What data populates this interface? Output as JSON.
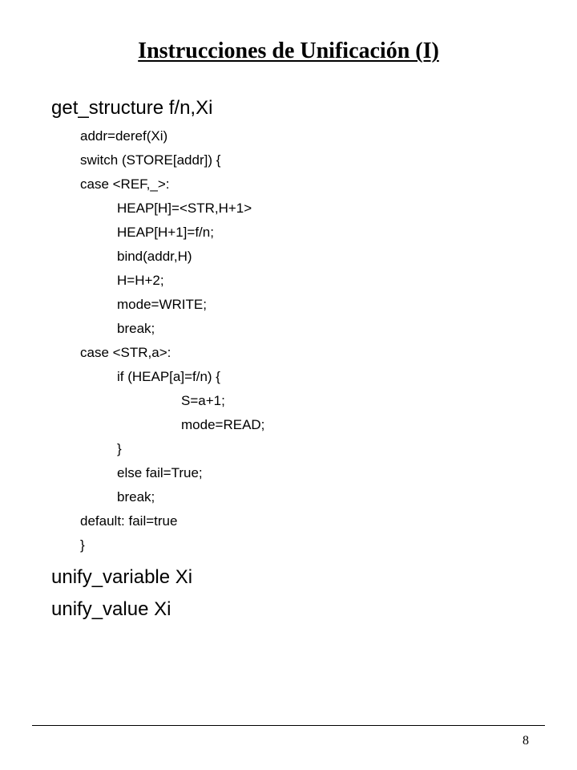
{
  "slide": {
    "title": "Instrucciones de Unificación (I)",
    "page_number": "8"
  },
  "code_lines": [
    "get_structure f/n,Xi",
    "addr=deref(Xi)",
    "switch (STORE[addr]) {",
    "case <REF,_>:",
    "HEAP[H]=<STR,H+1>",
    "HEAP[H+1]=f/n;",
    "bind(addr,H)",
    "H=H+2;",
    "mode=WRITE;",
    "break;",
    "case <STR,a>:",
    "if (HEAP[a]=f/n) {",
    "S=a+1;",
    "mode=READ;",
    "}",
    "else fail=True;",
    "break;",
    "default: fail=true",
    "}",
    "unify_variable Xi",
    "unify_value Xi"
  ]
}
